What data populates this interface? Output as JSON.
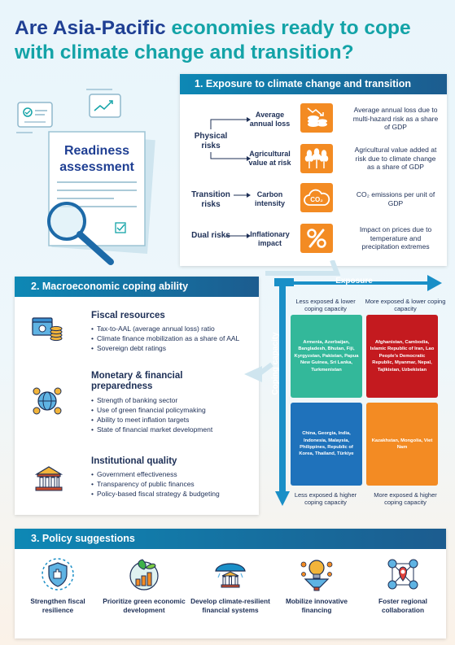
{
  "title": {
    "part1": "Are Asia-Pacific ",
    "part2": "economies ready to cope",
    "part3": "with climate change and transition?"
  },
  "illustration": {
    "label": "Readiness assessment"
  },
  "section1": {
    "header": "1.  Exposure to climate change and transition",
    "groups": [
      {
        "label": "Physical risks"
      },
      {
        "label": "Transition risks"
      },
      {
        "label": "Dual risks"
      }
    ],
    "items": [
      {
        "name": "Average annual loss",
        "desc": "Average annual loss due to multi-hazard risk as a share of GDP",
        "icon": "coins-loss-icon"
      },
      {
        "name": "Agricultural value at risk",
        "desc": "Agricultural value added at risk due to climate change as a share of GDP",
        "icon": "crops-icon"
      },
      {
        "name": "Carbon intensity",
        "desc": "CO₂ emissions per unit of GDP",
        "icon": "co2-cloud-icon",
        "icon_text": "CO₂"
      },
      {
        "name": "Inflationary impact",
        "desc": "Impact on prices due to temperature and precipitation extremes",
        "icon": "percent-icon"
      }
    ]
  },
  "section2": {
    "header": "2.  Macroeconomic coping ability",
    "blocks": [
      {
        "title": "Fiscal resources",
        "icon": "cash-coins-icon",
        "items": [
          "Tax-to-AAL (average annual loss) ratio",
          "Climate finance mobilization as a share of AAL",
          "Sovereign debt ratings"
        ]
      },
      {
        "title": "Monetary & financial preparedness",
        "icon": "globe-coins-icon",
        "items": [
          "Strength of banking sector",
          "Use of green financial policymaking",
          "Ability to meet inflation targets",
          "State of financial market development"
        ]
      },
      {
        "title": "Institutional quality",
        "icon": "institution-icon",
        "items": [
          "Government effectiveness",
          "Transparency of public finances",
          "Policy-based fiscal strategy & budgeting"
        ]
      }
    ]
  },
  "matrix": {
    "x_axis": "Exposure",
    "y_axis": "Coping capacity",
    "quadrants": [
      {
        "label": "Less exposed & lower coping capacity",
        "countries": "Armenia, Azerbaijan, Bangladesh, Bhutan, Fiji, Kyrgyzstan, Pakistan, Papua New Guinea, Sri Lanka, Turkmenistan",
        "color": "#33b89a"
      },
      {
        "label": "More exposed & lower coping capacity",
        "countries": "Afghanistan, Cambodia, Islamic Republic of Iran, Lao People's Democratic Republic, Myanmar, Nepal, Tajikistan, Uzbekistan",
        "color": "#c41a1f"
      },
      {
        "label": "Less exposed & higher coping capacity",
        "countries": "China, Georgia, India, Indonesia, Malaysia, Philippines, Republic of Korea, Thailand, Türkiye",
        "color": "#1f72bb"
      },
      {
        "label": "More exposed & higher coping capacity",
        "countries": "Kazakhstan, Mongolia, Viet Nam",
        "color": "#f38b23"
      }
    ]
  },
  "section3": {
    "header": "3.  Policy suggestions",
    "items": [
      {
        "label": "Strengthen fiscal resilience",
        "icon": "shield-hand-icon"
      },
      {
        "label": "Prioritize green economic development",
        "icon": "green-growth-icon"
      },
      {
        "label": "Develop climate-resilient financial systems",
        "icon": "umbrella-bank-icon"
      },
      {
        "label": "Mobilize innovative financing",
        "icon": "lightbulb-funnel-icon"
      },
      {
        "label": "Foster regional collaboration",
        "icon": "network-location-icon"
      }
    ]
  },
  "colors": {
    "navy": "#1f3f93",
    "teal": "#13a3a7",
    "orange": "#f38b23",
    "blue": "#1a8fc7"
  }
}
